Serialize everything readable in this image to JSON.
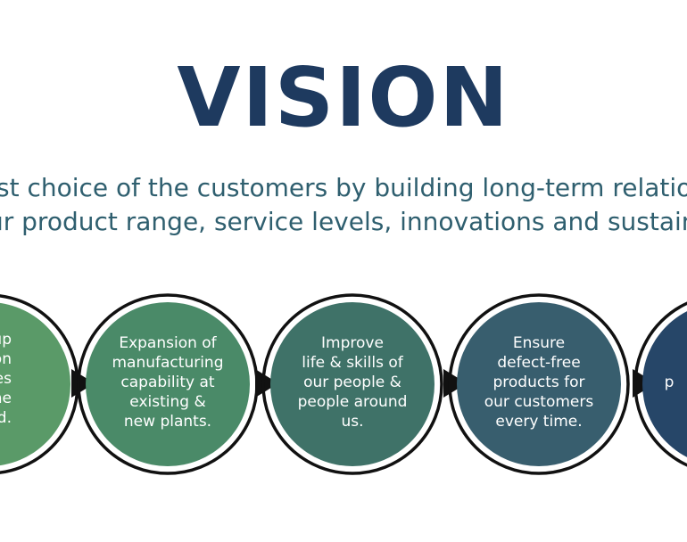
{
  "title": "VISION",
  "statement": {
    "line1": "st choice of the customers by building long-term relationsh",
    "line2": "ur product range, service levels, innovations and sustainabl"
  },
  "colors": {
    "title": "#1e3a5f",
    "statement": "#2f5f6f",
    "step1": "#5a9a68",
    "step2": "#4a8a68",
    "step3": "#3f7268",
    "step4": "#385e6e",
    "step5": "#264668"
  },
  "steps": [
    {
      "label": "up\ntion\nes\nthe\nd."
    },
    {
      "label": "Expansion of\nmanufacturing\ncapability at\nexisting &\nnew plants."
    },
    {
      "label": "Improve\nlife & skills of\nour people &\npeople around\nus."
    },
    {
      "label": "Ensure\ndefect-free\nproducts for\nour customers\nevery time."
    },
    {
      "label": "p"
    }
  ]
}
